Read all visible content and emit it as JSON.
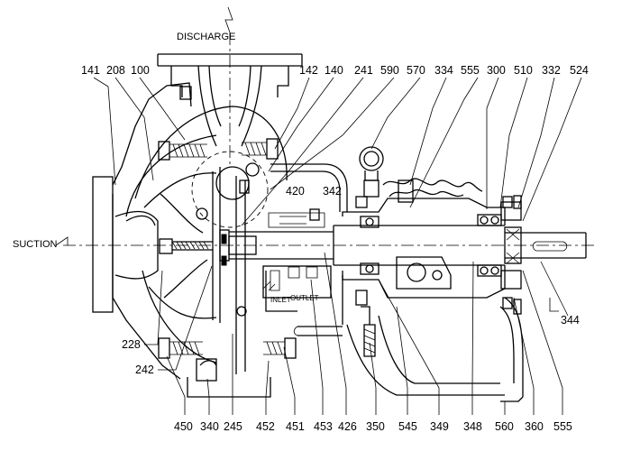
{
  "labels": {
    "discharge": "DISCHARGE",
    "suction": "SUCTION",
    "inlet": "INLET",
    "outlet": "OUTLET"
  },
  "top_numbers": [
    "141",
    "208",
    "100",
    "142",
    "140",
    "241",
    "590",
    "570",
    "334",
    "555",
    "300",
    "510",
    "332",
    "524"
  ],
  "inner_numbers": [
    "420",
    "342"
  ],
  "left_numbers": [
    "228",
    "242"
  ],
  "right_numbers": [
    "344"
  ],
  "bottom_numbers": [
    "450",
    "340",
    "245",
    "452",
    "451",
    "453",
    "426",
    "350",
    "545",
    "349",
    "348",
    "560",
    "360",
    "555"
  ]
}
